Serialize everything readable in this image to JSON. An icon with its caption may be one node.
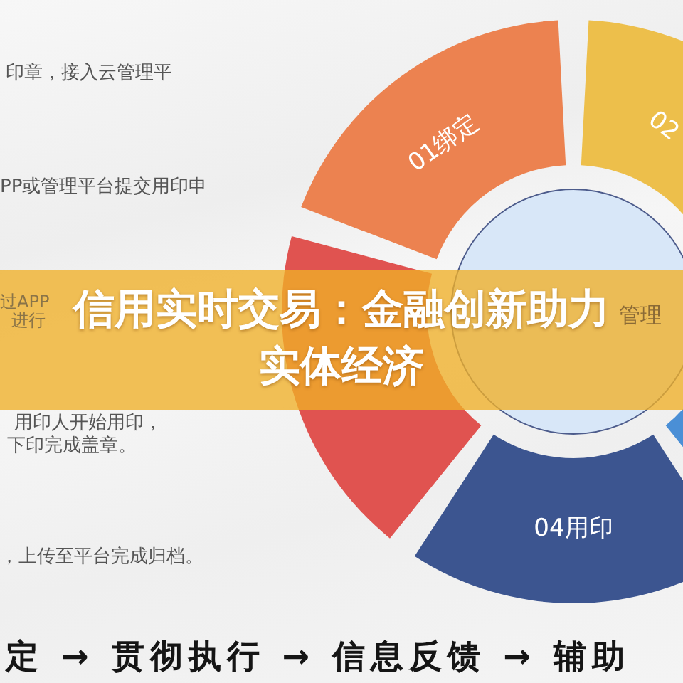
{
  "diagram": {
    "title": "信用实时交易：金融创新助力实体经济",
    "nodes": [
      {
        "text": [
          "01绑定"
        ]
      },
      {
        "text": [
          "02"
        ]
      },
      {
        "text": [],
        "shape": "wedge"
      },
      {
        "text": [
          "04用印"
        ]
      },
      {
        "text": [],
        "shape": "wedge"
      },
      {
        "text": [
          "管理"
        ]
      }
    ],
    "labels": [
      "印章，接入云管理平",
      "PP或管理平台提交用印申",
      "过APP",
      "进行",
      "用印人开始用印，",
      "下印完成盖章。",
      "，上传至平台完成归档。",
      "定 → 贯彻执行 → 信息反馈 → 辅助"
    ]
  }
}
